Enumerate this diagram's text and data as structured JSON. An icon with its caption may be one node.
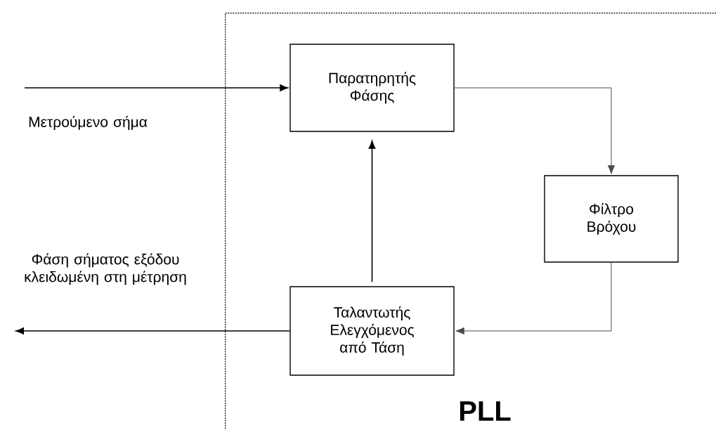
{
  "diagram": {
    "nodes": [
      {
        "text": [
          "PLL"
        ]
      },
      {
        "text": [
          "Παρατηρητής Φάσης"
        ],
        "in": 0
      },
      {
        "text": [
          "Φίλτρο Βρόχου"
        ],
        "in": 0
      },
      {
        "text": [
          "Ταλαντωτής Ελεγχόμενος από Τάση"
        ],
        "in": 0
      }
    ],
    "edges": [
      {
        "from": null,
        "to": 1,
        "arrow": "to",
        "label": "Μετρούμενο σήμα"
      },
      {
        "from": 1,
        "to": 2,
        "arrow": "to",
        "color": "#4a4a4a"
      },
      {
        "from": 2,
        "to": 3,
        "arrow": "to",
        "color": "#4a4a4a"
      },
      {
        "from": 3,
        "to": 1,
        "arrow": "to"
      },
      {
        "from": 3,
        "to": null,
        "arrow": "to",
        "label": "Φάση σήματος εξόδου κλειδωμένη στη μέτρηση"
      }
    ]
  }
}
